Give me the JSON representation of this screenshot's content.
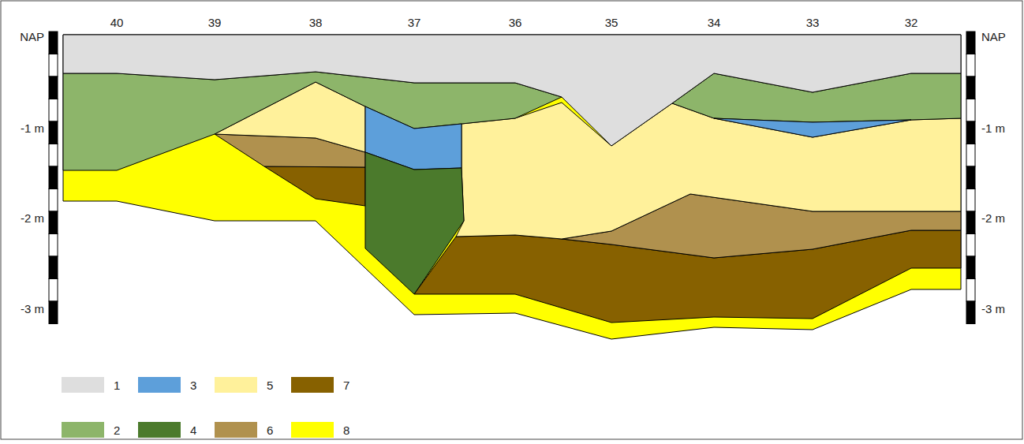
{
  "diagram": {
    "labels": [
      "40",
      "39",
      "38",
      "37",
      "36",
      "35",
      "34",
      "33",
      "32",
      "NAP",
      "-1 m",
      "-2 m",
      "-3 m",
      "NAP",
      "-1 m",
      "-2 m",
      "-3 m"
    ],
    "legend": [
      {
        "text": "1",
        "color": "#dedede"
      },
      {
        "text": "2",
        "color": "#8db56a"
      },
      {
        "text": "3",
        "color": "#5d9fda"
      },
      {
        "text": "4",
        "color": "#4b7a2c"
      },
      {
        "text": "5",
        "color": "#fff19b"
      },
      {
        "text": "6",
        "color": "#b0914e"
      },
      {
        "text": "7",
        "color": "#876100"
      },
      {
        "text": "8",
        "color": "#ffff00"
      }
    ]
  }
}
